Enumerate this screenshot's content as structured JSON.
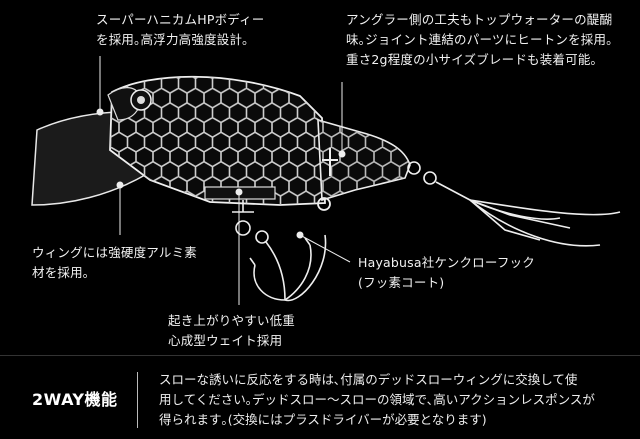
{
  "callouts": {
    "body": {
      "line1": "スーパーハニカムHPボディー",
      "line2": "を採用｡高浮力高強度設計｡"
    },
    "joint": {
      "line1": "アングラー側の工夫もトップウォーターの醍醐",
      "line2": "味｡ジョイント連結のパーツにヒートンを採用｡",
      "line3": "重さ2g程度の小サイズブレードも装着可能｡"
    },
    "wing": {
      "line1": "ウィングには強硬度アルミ素",
      "line2": "材を採用｡"
    },
    "hook": {
      "line1": "Hayabusa社ケンクローフック",
      "line2": "(フッ素コート)"
    },
    "weight": {
      "line1": "起き上がりやすい低重",
      "line2": "心成型ウェイト採用"
    }
  },
  "feature": {
    "title": "2WAY機能",
    "line1": "スローな誘いに反応をする時は､付属のデッドスローウィングに交換して使",
    "line2": "用してください｡デッドスロー〜スローの領域で､高いアクションレスポンスが",
    "line3": "得られます｡(交換にはプラスドライバーが必要となります)"
  }
}
